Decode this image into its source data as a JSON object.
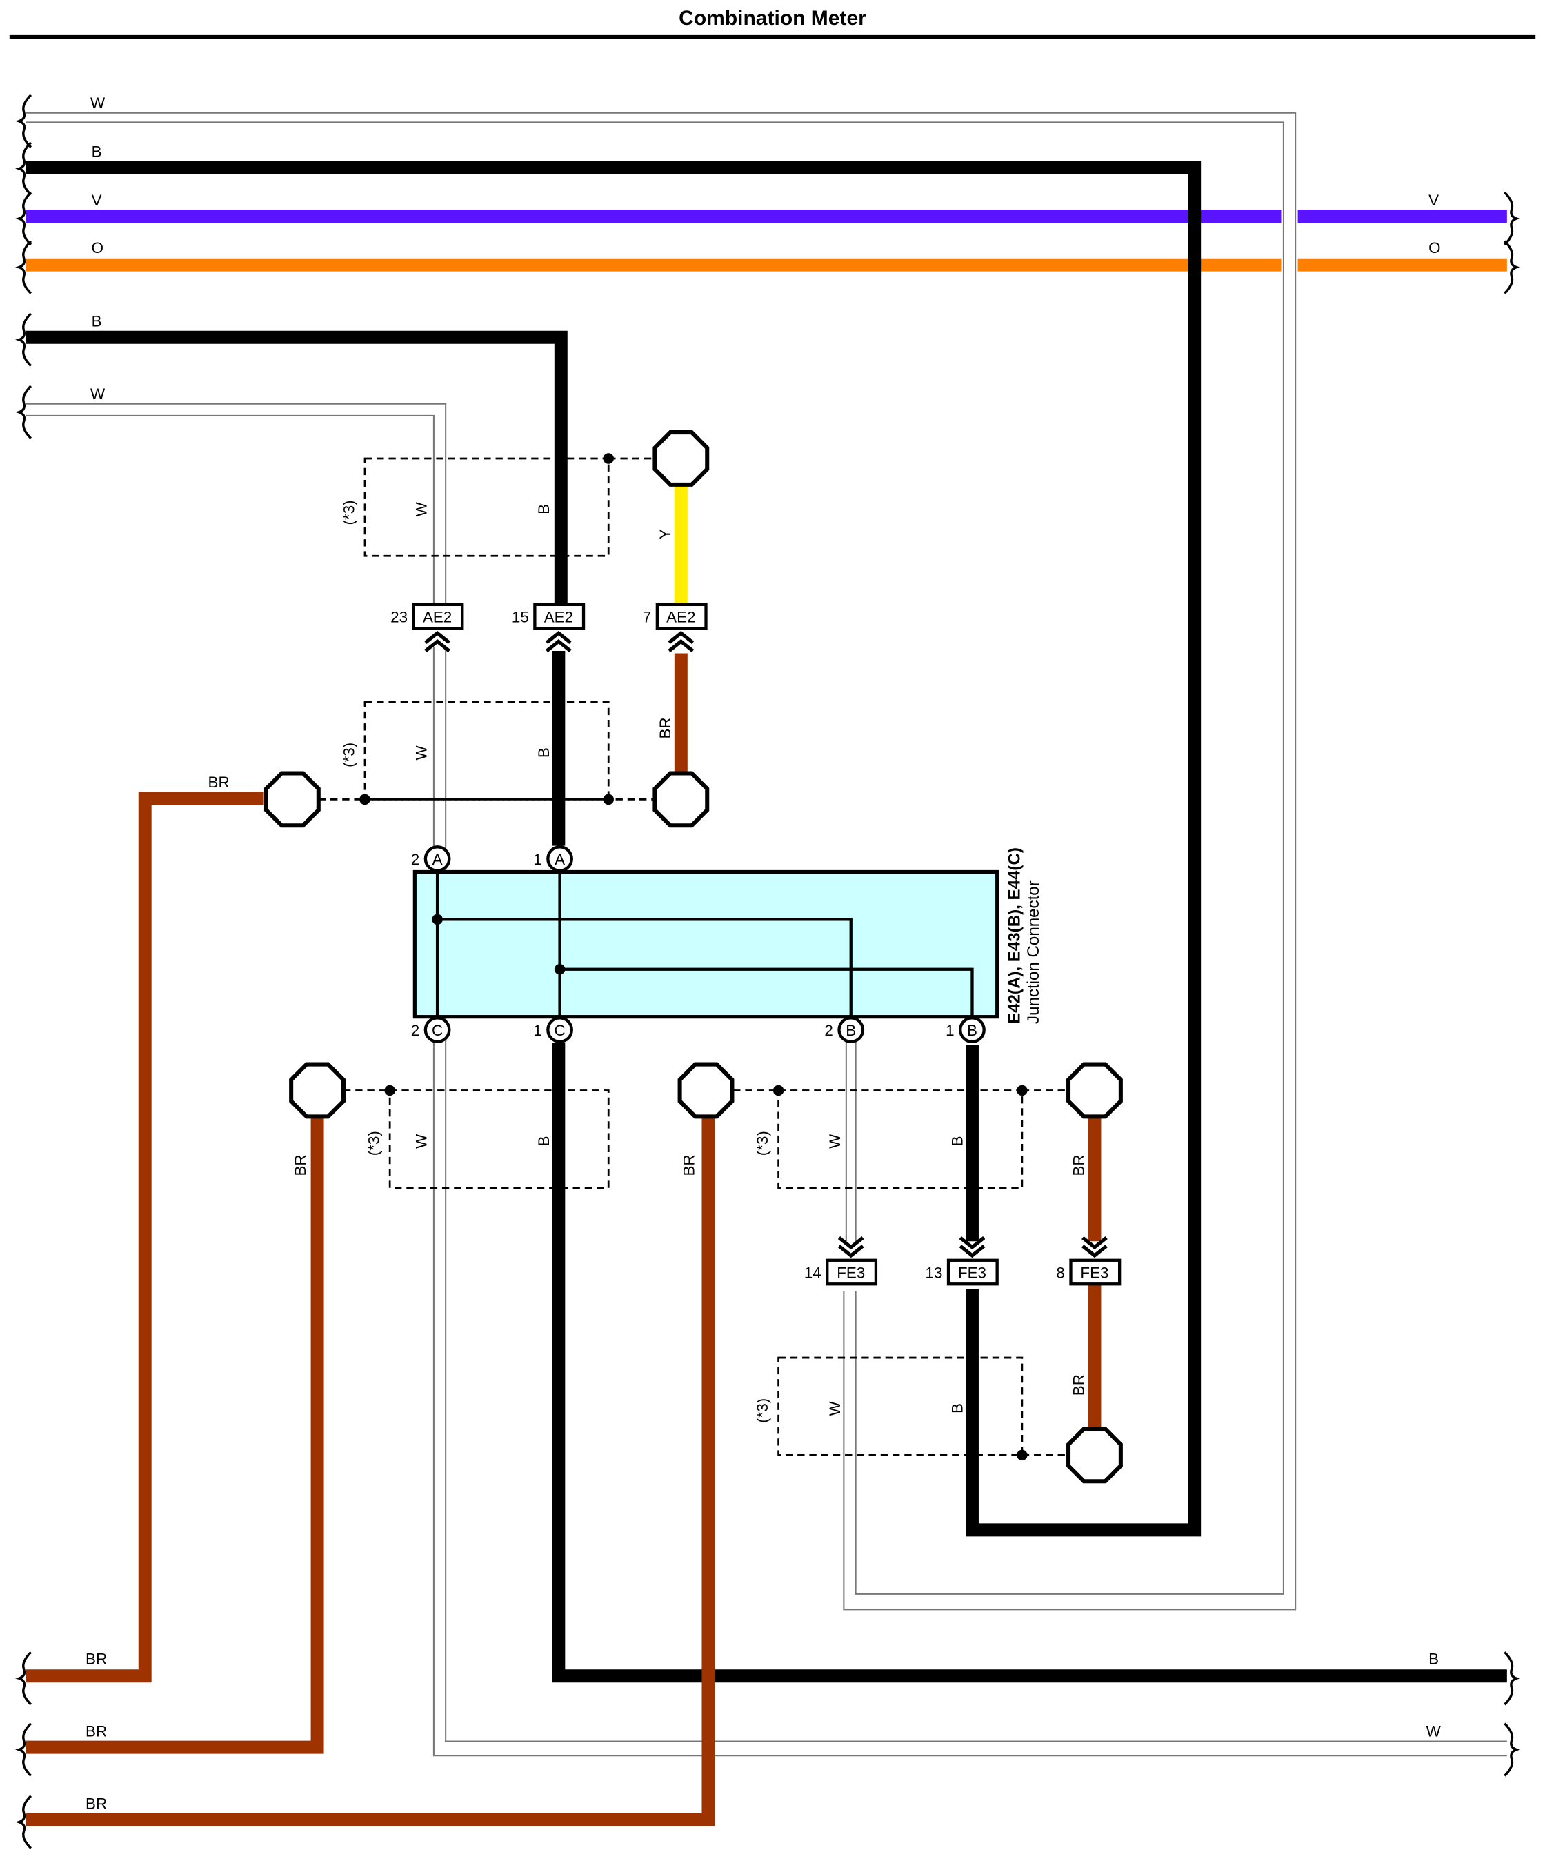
{
  "title": "Combination Meter",
  "colors": {
    "W": "#ffffff",
    "B": "#000000",
    "V": "#5a14ff",
    "O": "#ff7f00",
    "Y": "#ffee00",
    "BR": "#9e3300",
    "junction_fill": "#ccffff"
  },
  "wires": {
    "left_top_w": "W",
    "left_top_b": "B",
    "left_v": "V",
    "left_o": "O",
    "right_v": "V",
    "right_o": "O",
    "left_b2": "B",
    "left_w2": "W",
    "left_br_1": "BR",
    "left_br_2": "BR",
    "left_br_3": "BR",
    "right_b": "B",
    "right_w": "W",
    "upper_br": "BR",
    "lower_br_1": "BR",
    "lower_br_2": "BR",
    "upper_y": "Y",
    "ae2_br": "BR",
    "fe3_br_top": "BR",
    "fe3_br_bottom": "BR"
  },
  "shield_boxes": {
    "note": "(*3)",
    "w": "W",
    "b": "B"
  },
  "connectors": {
    "ae2_23": {
      "pin": "23",
      "name": "AE2"
    },
    "ae2_15": {
      "pin": "15",
      "name": "AE2"
    },
    "ae2_7": {
      "pin": "7",
      "name": "AE2"
    },
    "fe3_14": {
      "pin": "14",
      "name": "FE3"
    },
    "fe3_13": {
      "pin": "13",
      "name": "FE3"
    },
    "fe3_8": {
      "pin": "8",
      "name": "FE3"
    }
  },
  "junction": {
    "label_1": "E42(A), E43(B), E44(C)",
    "label_2": "Junction Connector",
    "pins": {
      "a2": {
        "num": "2",
        "letter": "A"
      },
      "a1": {
        "num": "1",
        "letter": "A"
      },
      "c2": {
        "num": "2",
        "letter": "C"
      },
      "c1": {
        "num": "1",
        "letter": "C"
      },
      "b2": {
        "num": "2",
        "letter": "B"
      },
      "b1": {
        "num": "1",
        "letter": "B"
      }
    }
  }
}
